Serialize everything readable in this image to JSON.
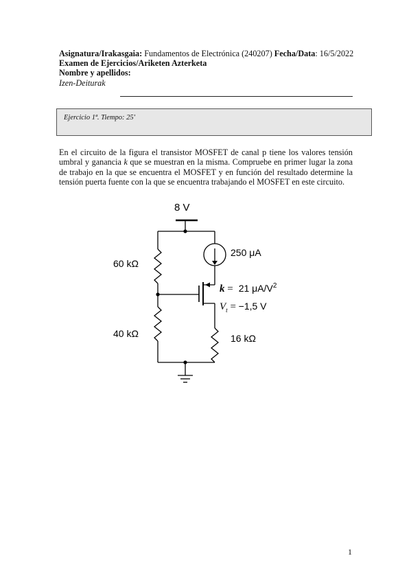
{
  "header": {
    "asignatura_label": "Asignatura/Irakasgaia:",
    "asignatura_value": "Fundamentos de Electrónica (240207)",
    "fecha_label": "Fecha/Data",
    "fecha_value": ": 16/5/2022",
    "examen": "Examen de Ejercicios/Ariketen Azterketa",
    "nombre_label": "Nombre y apellidos:",
    "izen": "Izen-Deiturak"
  },
  "exercise": {
    "label": "Ejercicio 1ª. Tiempo: 25'"
  },
  "problem": {
    "text_before_k": "En el circuito de la figura el transistor MOSFET de canal p tiene los valores tensión umbral y ganancia ",
    "k_var": "k",
    "text_after_k": " que se muestran en la misma. Compruebe en primer lugar la zona de trabajo en la que se encuentra el MOSFET y en función del resultado determine la tensión puerta fuente con la que se encuentra trabajando el MOSFET en este circuito."
  },
  "circuit": {
    "supply": "8 V",
    "current_source": "250 μA",
    "r_top": "60 kΩ",
    "r_bottom": "40 kΩ",
    "r_drain": "16 kΩ",
    "k_symbol": "k",
    "k_equals": " =",
    "k_value": "21 μA/V",
    "k_exp": "2",
    "vt_symbol": "V",
    "vt_sub": "t",
    "vt_equals": " = ",
    "vt_value": "−1,5 V"
  },
  "footer": {
    "page_number": "1"
  }
}
